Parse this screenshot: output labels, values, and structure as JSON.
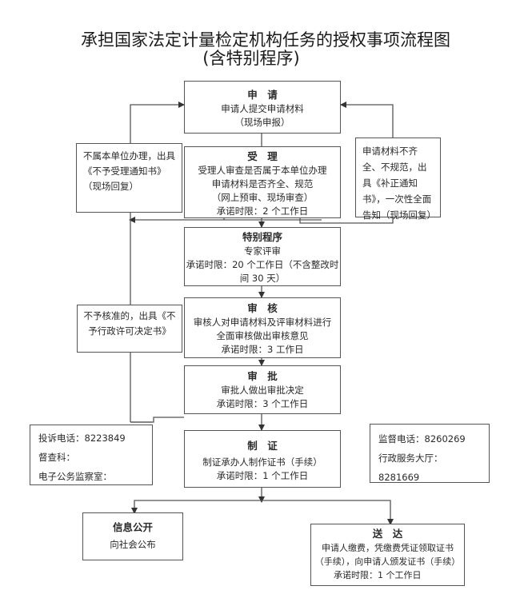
{
  "title": {
    "line1": "承担国家法定计量检定机构任务的授权事项流程图",
    "line2": "(含特别程序)"
  },
  "steps": {
    "apply": {
      "heading": "申　请",
      "lines": [
        "申请人提交申请材料",
        "（现场申报）"
      ]
    },
    "accept": {
      "heading": "受　理",
      "lines": [
        "受理人审查是否属于本单位办理",
        "申请材料是否齐全、规范",
        "（网上预审、现场审查）",
        "承诺时限：2 个工作日"
      ]
    },
    "special": {
      "heading": "特别程序",
      "lines": [
        "专家评审",
        "承诺时限：20 个工作日（不含整改时",
        "间 30 天）"
      ]
    },
    "review": {
      "heading": "审　核",
      "lines": [
        "审核人对申请材料及评审材料进行",
        "全面审核做出审核意见",
        "承诺时限：3 工作日"
      ]
    },
    "approve": {
      "heading": "审　批",
      "lines": [
        "审批人做出审批决定",
        "承诺时限：3 个工作日"
      ]
    },
    "certify": {
      "heading": "制　证",
      "lines": [
        "制证承办人制作证书（手续）",
        "承诺时限：1 个工作日"
      ]
    },
    "publish": {
      "heading": "信息公开",
      "lines": [
        "向社会公布"
      ]
    },
    "deliver": {
      "heading": "送　达",
      "lines": [
        "申请人缴费，凭缴费凭证领取证书",
        "（手续），向申请人颁发证书（手续）",
        "承诺时限：1 个工作日"
      ]
    }
  },
  "side_notes": {
    "not_accepted": "不属本单位办理，出具《不予受理通知书》（现场回复）",
    "supplement": "申请材料不齐全、不规范，出具《补正通知书》，一次性全面告知（现场回复）",
    "not_approved": "不予核准的，出具《不予行政许可决定书》"
  },
  "contacts_left": {
    "lines": [
      "投诉电话：8223849",
      "督查科：",
      "电子公务监察室："
    ]
  },
  "contacts_right": {
    "lines": [
      "监督电话：8260269",
      "行政服务大厅：8281669"
    ]
  },
  "colors": {
    "line": "#555555",
    "text": "#2a2a2a"
  }
}
